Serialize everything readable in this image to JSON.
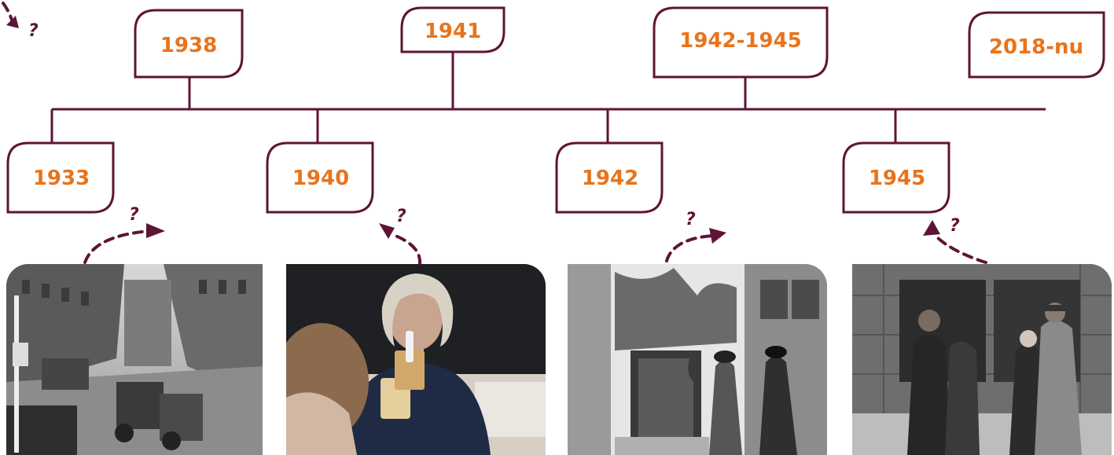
{
  "timeline": {
    "colors": {
      "line": "#5e1436",
      "year_text": "#e8741c",
      "question": "#5e1436"
    },
    "top_events": [
      {
        "year": "1938"
      },
      {
        "year": "1941"
      },
      {
        "year": "1942-1945"
      },
      {
        "year": "2018-nu"
      }
    ],
    "bottom_events": [
      {
        "year": "1933"
      },
      {
        "year": "1940"
      },
      {
        "year": "1942"
      },
      {
        "year": "1945"
      }
    ],
    "question_mark": "?"
  },
  "photos": [
    {
      "subject": "street-with-military-trucks-photo"
    },
    {
      "subject": "speaker-holding-object-photo"
    },
    {
      "subject": "broken-shop-windows-photo"
    },
    {
      "subject": "deportation-train-wagon-photo"
    }
  ]
}
